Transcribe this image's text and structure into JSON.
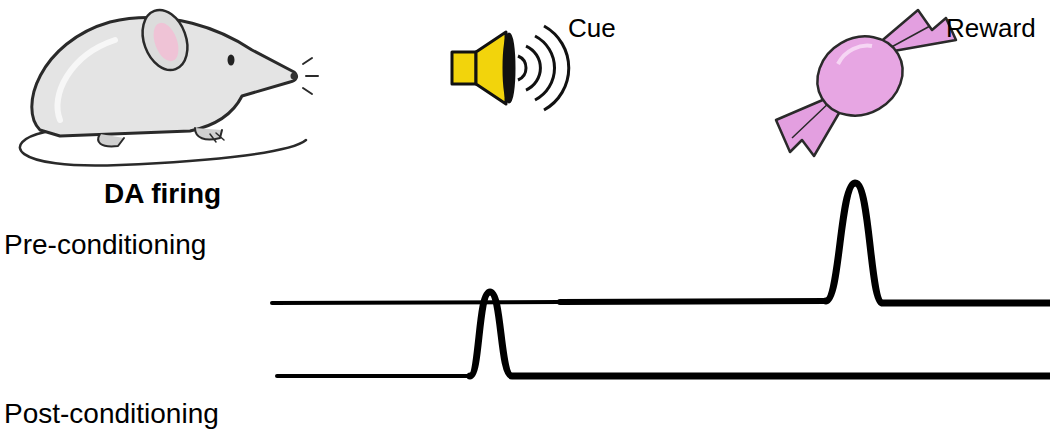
{
  "diagram": {
    "labels": [
      "Cue",
      "Reward",
      "DA firing",
      "Pre-conditioning",
      "Post-conditioning"
    ]
  }
}
